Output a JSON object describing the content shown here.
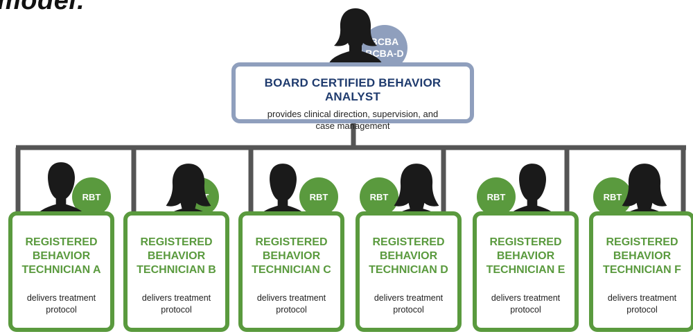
{
  "title_fragment": "model:",
  "supervisor": {
    "badge_line1": "BCBA",
    "badge_line2": "BCBA-D",
    "title": "BOARD CERTIFIED BEHAVIOR ANALYST",
    "description": "provides clinical direction, supervision, and case management",
    "color": "#8f9fbd",
    "title_color": "#1f3b6e"
  },
  "technicians": [
    {
      "badge": "RBT",
      "line1": "REGISTERED",
      "line2": "BEHAVIOR",
      "line3": "TECHNICIAN A",
      "desc1": "delivers treatment",
      "desc2": "protocol",
      "figure": "male"
    },
    {
      "badge": "RBT",
      "line1": "REGISTERED",
      "line2": "BEHAVIOR",
      "line3": "TECHNICIAN B",
      "desc1": "delivers treatment",
      "desc2": "protocol",
      "figure": "female"
    },
    {
      "badge": "RBT",
      "line1": "REGISTERED",
      "line2": "BEHAVIOR",
      "line3": "TECHNICIAN C",
      "desc1": "delivers treatment",
      "desc2": "protocol",
      "figure": "male"
    },
    {
      "badge": "RBT",
      "line1": "REGISTERED",
      "line2": "BEHAVIOR",
      "line3": "TECHNICIAN D",
      "desc1": "delivers treatment",
      "desc2": "protocol",
      "figure": "female"
    },
    {
      "badge": "RBT",
      "line1": "REGISTERED",
      "line2": "BEHAVIOR",
      "line3": "TECHNICIAN E",
      "desc1": "delivers treatment",
      "desc2": "protocol",
      "figure": "male"
    },
    {
      "badge": "RBT",
      "line1": "REGISTERED",
      "line2": "BEHAVIOR",
      "line3": "TECHNICIAN F",
      "desc1": "delivers treatment",
      "desc2": "protocol",
      "figure": "female"
    }
  ],
  "colors": {
    "rbt_green": "#5a9a3e",
    "connector": "#555555",
    "silhouette": "#1a1a1a"
  }
}
